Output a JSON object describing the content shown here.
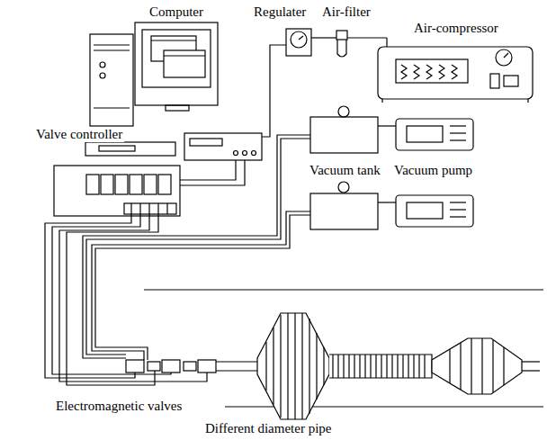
{
  "diagram": {
    "labels": [
      "Computer",
      "Regulater",
      "Air-filter",
      "Air-compressor",
      "Valve controller",
      "Vacuum tank",
      "Vacuum pump",
      "Electromagnetic valves",
      "Different diameter pipe"
    ]
  }
}
